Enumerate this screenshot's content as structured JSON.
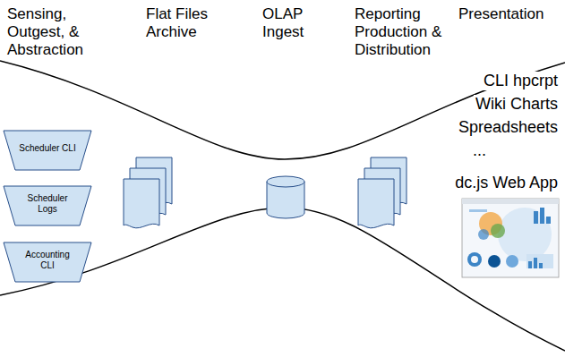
{
  "diagram": {
    "nodes": [
      {
        "text": [
          "Scheduler CLI"
        ]
      },
      {
        "text": [
          "Scheduler Logs"
        ]
      },
      {
        "text": [
          "Accounting CLI"
        ]
      }
    ],
    "labels": [
      "Sensing, Outgest, & Abstraction",
      "Flat Files Archive",
      "OLAP Ingest",
      "Reporting Production & Distribution",
      "Presentation",
      "CLI hpcrpt",
      "Wiki Charts",
      "Spreadsheets",
      "...",
      "dc.js Web App"
    ]
  }
}
